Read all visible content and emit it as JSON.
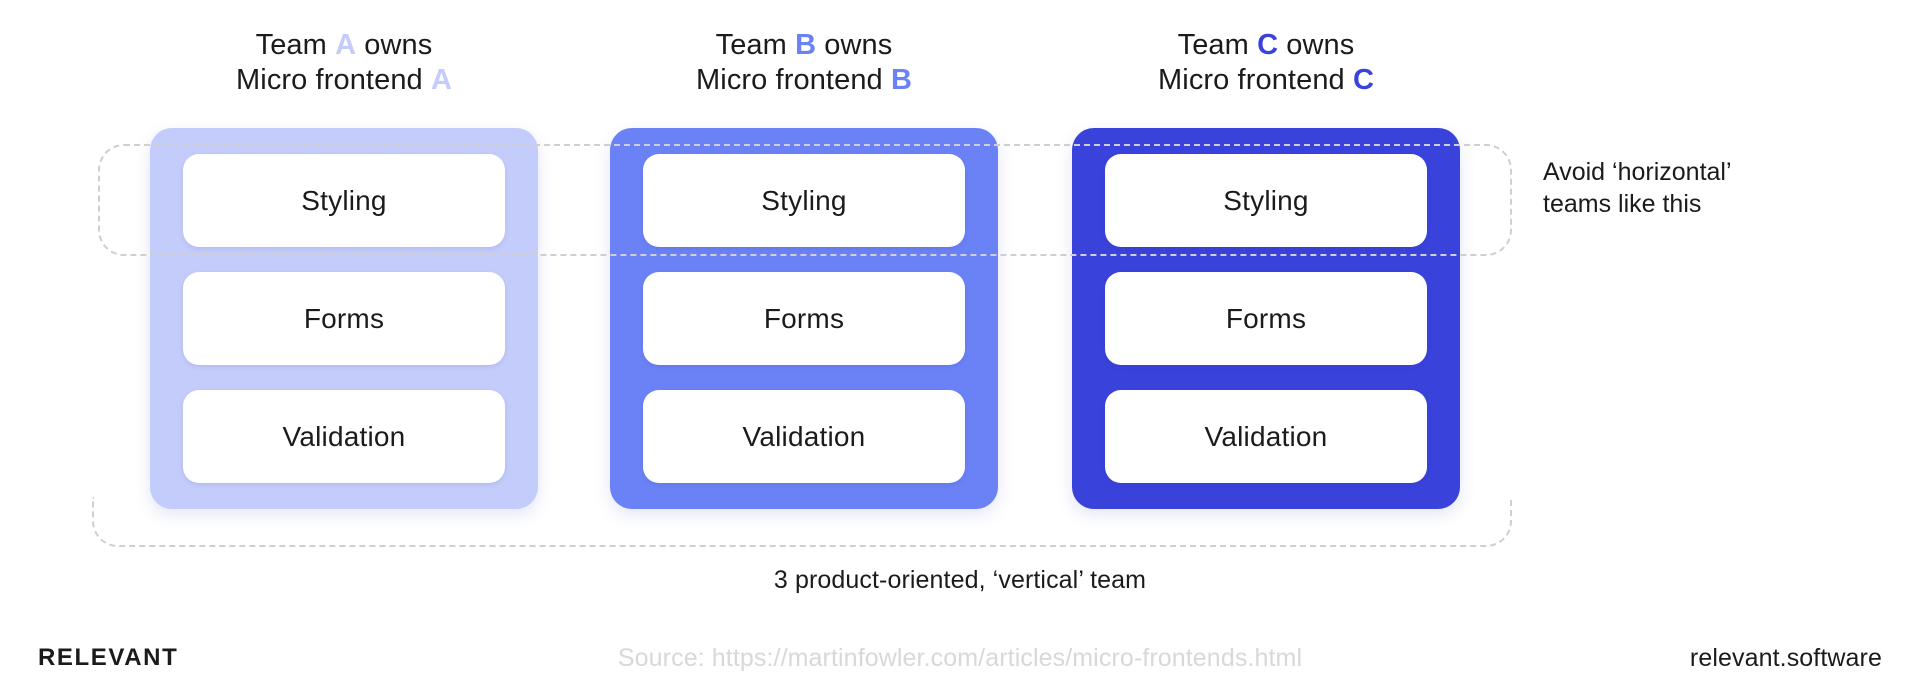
{
  "headers": [
    {
      "prefix": "Team ",
      "letter": "A",
      "suffix": " owns",
      "line2_prefix": "Micro frontend ",
      "line2_letter": "A",
      "color": "#C3CCFA"
    },
    {
      "prefix": "Team ",
      "letter": "B",
      "suffix": " owns",
      "line2_prefix": "Micro frontend ",
      "line2_letter": "B",
      "color": "#6B82F6"
    },
    {
      "prefix": "Team ",
      "letter": "C",
      "suffix": " owns",
      "line2_prefix": "Micro frontend ",
      "line2_letter": "C",
      "color": "#3A42DC"
    }
  ],
  "cards": [
    {
      "team": "A",
      "color": "#C3CCFA",
      "capabilities": [
        "Styling",
        "Forms",
        "Validation"
      ]
    },
    {
      "team": "B",
      "color": "#6B82F6",
      "capabilities": [
        "Styling",
        "Forms",
        "Validation"
      ]
    },
    {
      "team": "C",
      "color": "#3A42DC",
      "capabilities": [
        "Styling",
        "Forms",
        "Validation"
      ]
    }
  ],
  "annotations": {
    "horizontal_note": "Avoid ‘horizontal’\nteams like this",
    "vertical_caption": "3 product-oriented, ‘vertical’ team"
  },
  "footer": {
    "logo": "RELEVANT",
    "source": "Source: https://martinfowler.com/articles/micro-frontends.html",
    "site": "relevant.software"
  },
  "colors": {
    "dashed_border": "#cfcfcf",
    "text": "#1b1b1b",
    "source_text": "#d8d8d8",
    "card_inner": "#ffffff",
    "background": "#ffffff"
  }
}
